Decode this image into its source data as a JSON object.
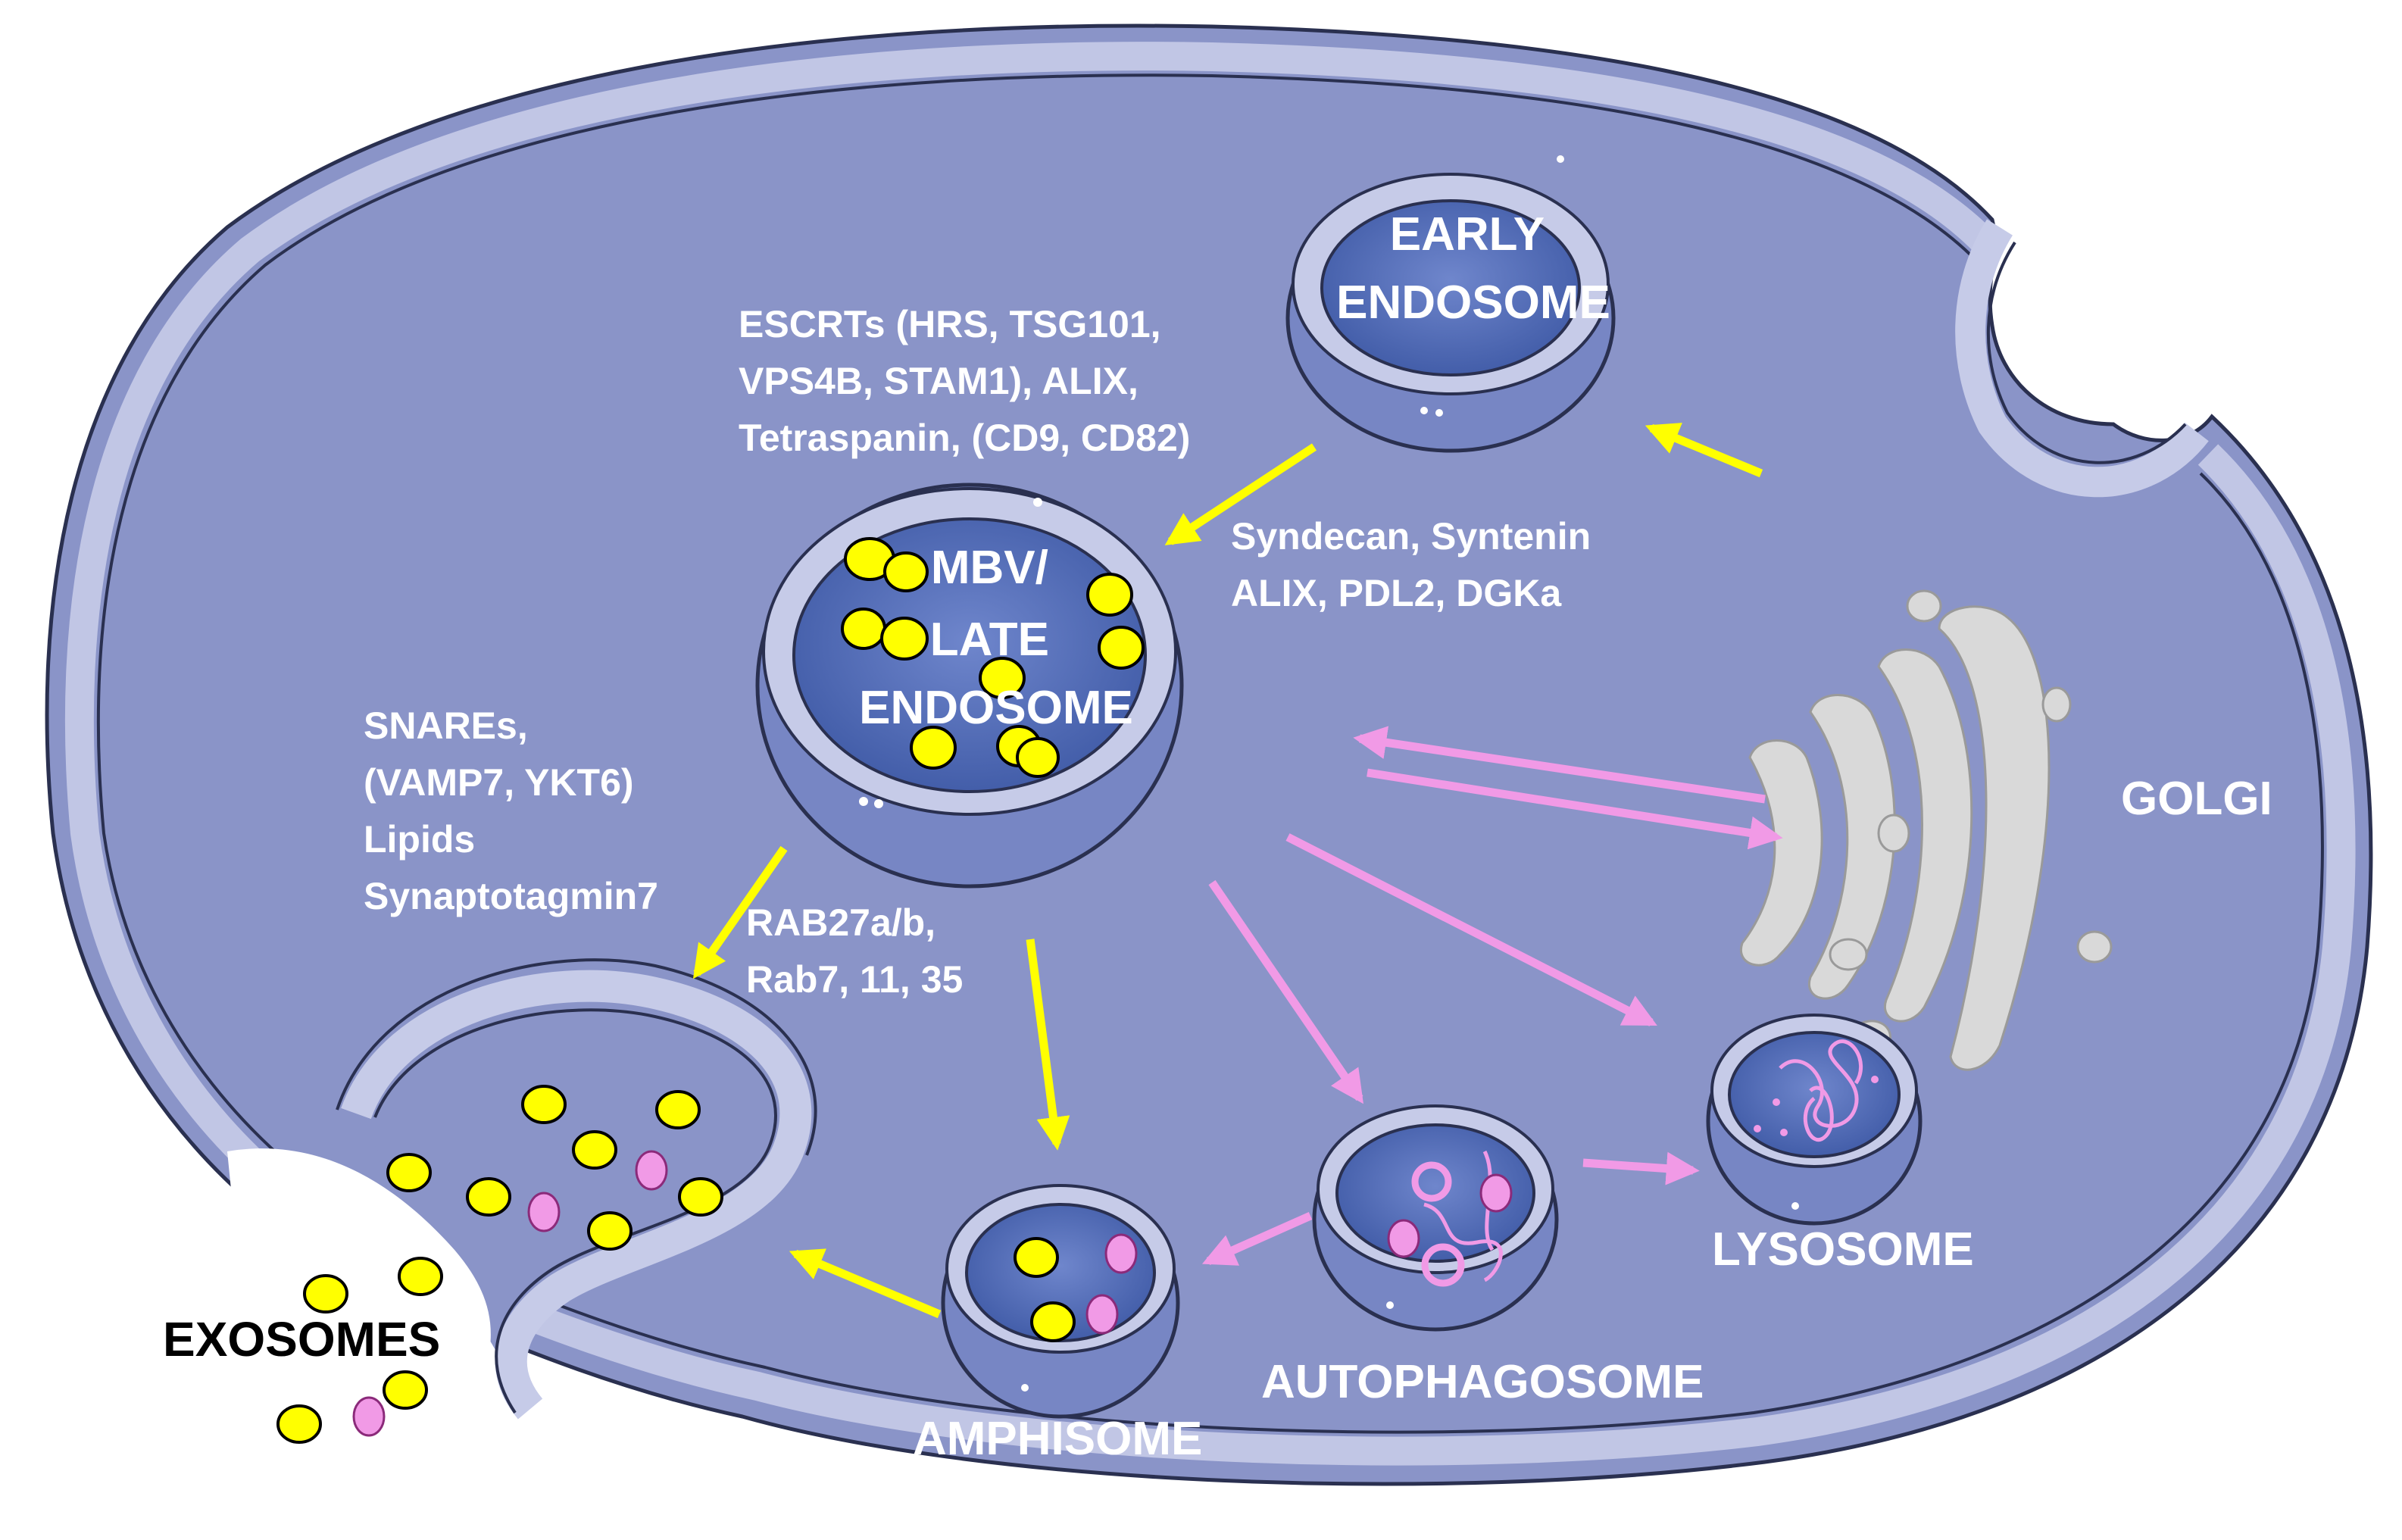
{
  "organelles": {
    "early_endosome": [
      "EARLY",
      "ENDOSOME"
    ],
    "late_endosome": [
      "MBV/",
      "LATE",
      "ENDOSOME"
    ],
    "golgi": "GOLGI",
    "lysosome": "LYSOSOME",
    "autophagosome": "AUTOPHAGOSOME",
    "amphisome": "AMPHISOME",
    "exosomes": "EXOSOMES"
  },
  "annotations": {
    "escrt": [
      "ESCRTs (HRS, TSG101,",
      "VPS4B, STAM1), ALIX,",
      "Tetraspanin, (CD9, CD82)"
    ],
    "syndecan": [
      "Syndecan, Syntenin",
      "ALIX, PDL2, DGKa"
    ],
    "snares": [
      "SNAREs,",
      "(VAMP7, YKT6)",
      "Lipids",
      "Synaptotagmin7"
    ],
    "rab": [
      "RAB27a/b,",
      "Rab7, 11, 35"
    ]
  },
  "colors": {
    "cytoplasm": "#8a94c8",
    "membrane": "#c6cbe8",
    "membrane_edge": "#2a3050",
    "vesicle_inner": "#4a66b0",
    "yellow_arrow": "#ffff00",
    "pink_arrow": "#f19ae6",
    "golgi": "#d9d9d9"
  }
}
